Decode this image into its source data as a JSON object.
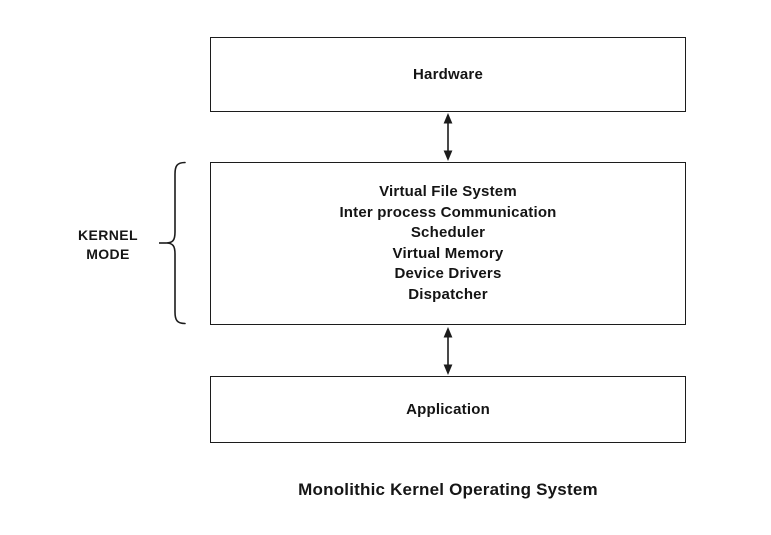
{
  "boxes": {
    "hardware": {
      "label": "Hardware"
    },
    "kernel": {
      "items": [
        "Virtual File System",
        "Inter process Communication",
        "Scheduler",
        "Virtual Memory",
        "Device Drivers",
        "Dispatcher"
      ]
    },
    "application": {
      "label": "Application"
    }
  },
  "side_label": {
    "lines": [
      "KERNEL",
      "MODE"
    ]
  },
  "caption": "Monolithic Kernel Operating System",
  "icons": {
    "arrows": "double-headed-vertical-arrow",
    "brace": "left-curly-brace"
  },
  "colors": {
    "background": "#ffffff",
    "stroke": "#1c1c1c",
    "text": "#141414"
  }
}
